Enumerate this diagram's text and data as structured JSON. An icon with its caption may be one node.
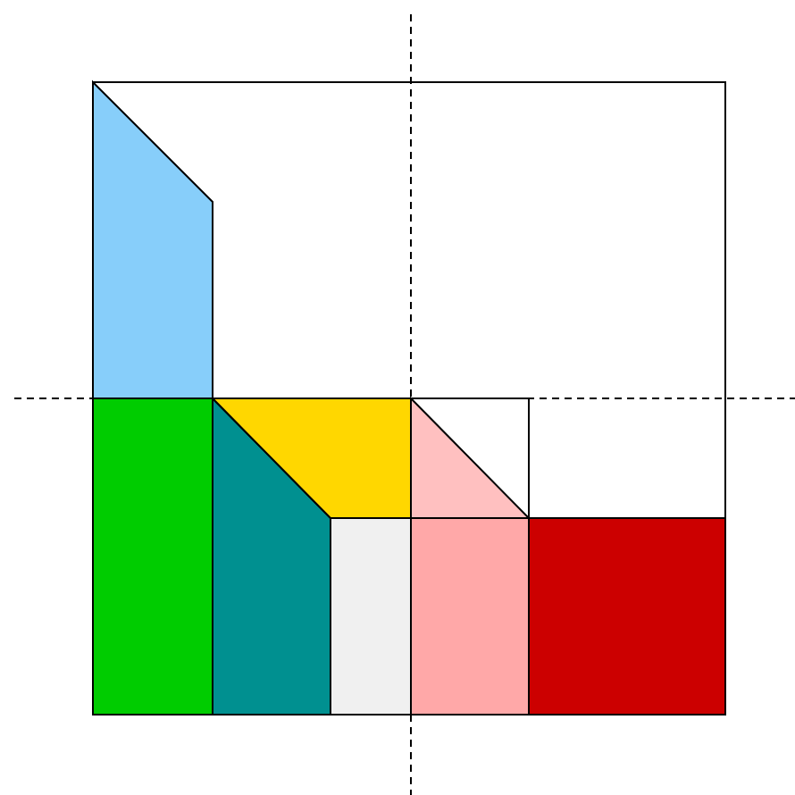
{
  "diagram": {
    "nodes": [
      {
        "text": [],
        "shape": "box"
      },
      {
        "text": [],
        "shape": "polygon",
        "in": 0
      },
      {
        "text": [],
        "shape": "box",
        "in": 0
      },
      {
        "text": [],
        "shape": "polygon",
        "in": 0
      },
      {
        "text": [],
        "shape": "polygon",
        "in": 0
      },
      {
        "text": [],
        "shape": "box",
        "in": 0
      },
      {
        "text": [],
        "shape": "triangle",
        "in": 5
      },
      {
        "text": [],
        "shape": "box",
        "in": 0
      },
      {
        "text": [],
        "shape": "box",
        "in": 0
      },
      {
        "text": [],
        "shape": "box",
        "in": 0
      }
    ]
  }
}
